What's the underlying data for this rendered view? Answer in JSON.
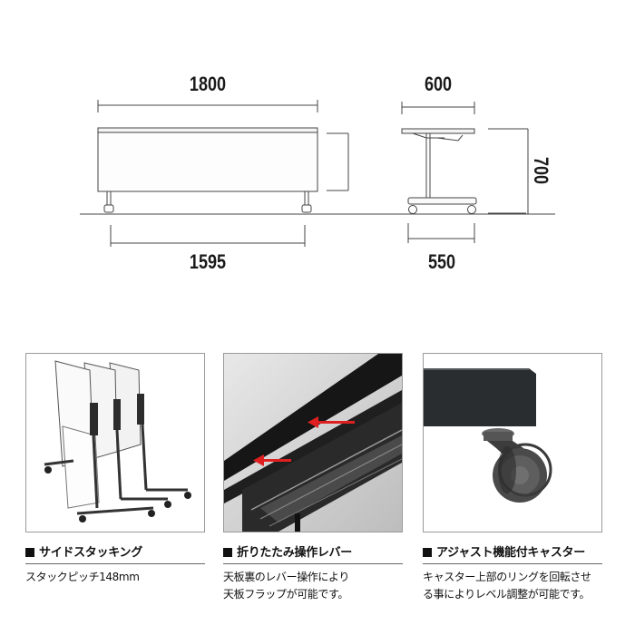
{
  "dimensions": {
    "front_top_width": "1800",
    "front_leg_width": "1595",
    "side_top_depth": "600",
    "side_leg_depth": "550",
    "height": "700"
  },
  "features": [
    {
      "title": "サイドスタッキング",
      "description_lines": [
        "スタックピッチ148mm"
      ]
    },
    {
      "title": "折りたたみ操作レバー",
      "description_lines": [
        "天板裏のレバー操作により",
        "天板フラップが可能です。"
      ]
    },
    {
      "title": "アジャスト機能付キャスター",
      "description_lines": [
        "キャスター上部のリングを回転させ",
        "る事によりレベル調整が可能です。"
      ]
    }
  ],
  "colors": {
    "line": "#333333",
    "arrow": "#e02020",
    "dark_frame": "#2a2d2f"
  }
}
